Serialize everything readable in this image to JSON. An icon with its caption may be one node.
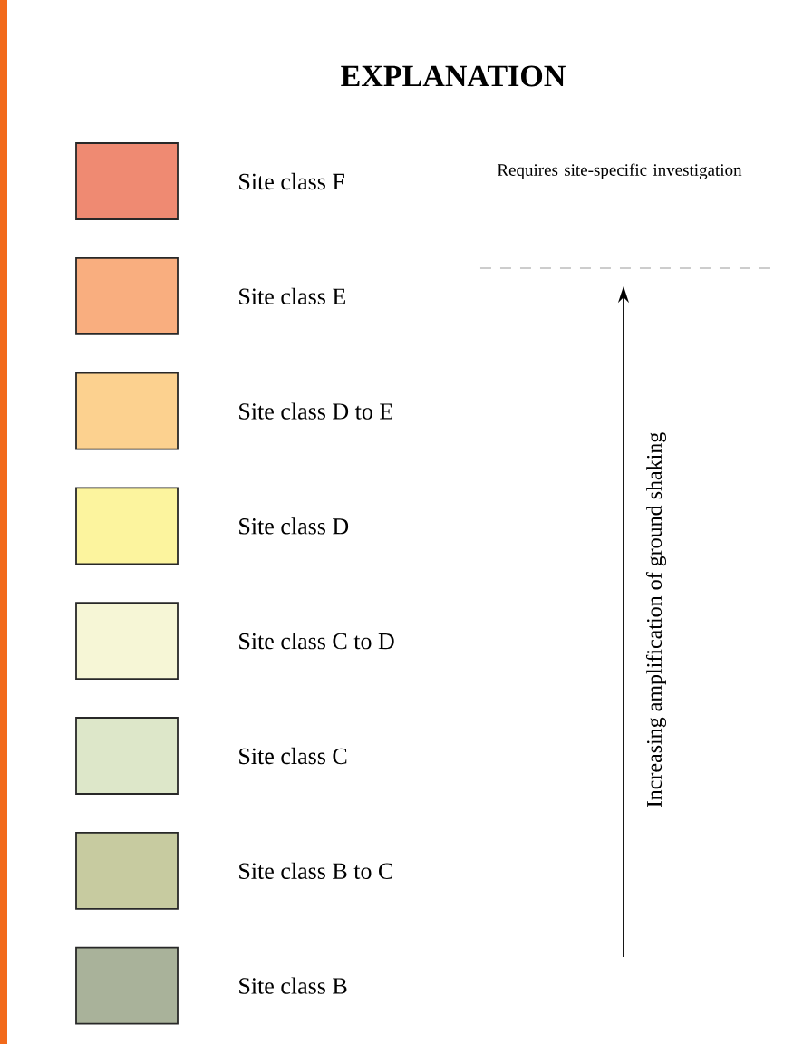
{
  "diagram": {
    "title": "EXPLANATION",
    "labels": [
      "Requires site-specific investigation",
      "Increasing amplification of ground shaking"
    ],
    "legend": [
      {
        "text": "Site class F",
        "color": "#ef8a72"
      },
      {
        "text": "Site class E",
        "color": "#f9ae7f"
      },
      {
        "text": "Site class D to E",
        "color": "#fcd18f"
      },
      {
        "text": "Site class D",
        "color": "#fcf49e"
      },
      {
        "text": "Site class C to D",
        "color": "#f6f6d6"
      },
      {
        "text": "Site class C",
        "color": "#dde7c9"
      },
      {
        "text": "Site class B to C",
        "color": "#c7cba0"
      },
      {
        "text": "Site class B",
        "color": "#a9b29a"
      }
    ]
  }
}
